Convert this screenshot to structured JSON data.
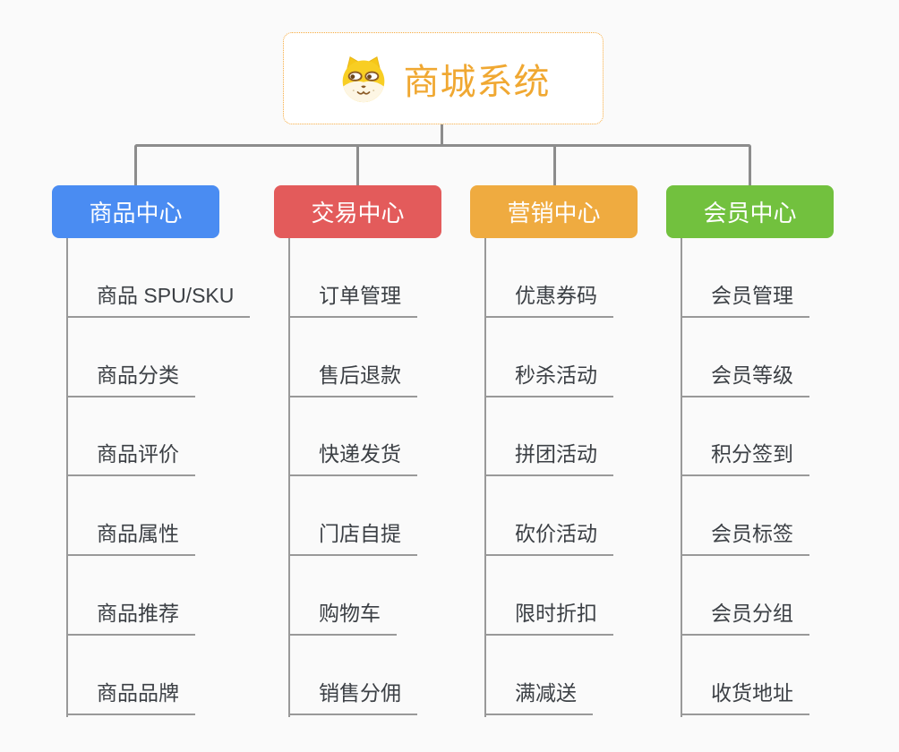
{
  "root": {
    "label": "商城系统",
    "icon": "dog-face-icon",
    "text_color": "#F0A832",
    "border_color": "#F6AA3C"
  },
  "connector_color": "#8C8C8C",
  "child_line_color": "#999999",
  "branches": [
    {
      "label": "商品中心",
      "color": "#4A8CF2",
      "children": [
        "商品 SPU/SKU",
        "商品分类",
        "商品评价",
        "商品属性",
        "商品推荐",
        "商品品牌"
      ]
    },
    {
      "label": "交易中心",
      "color": "#E35B5B",
      "children": [
        "订单管理",
        "售后退款",
        "快递发货",
        "门店自提",
        "购物车",
        "销售分佣"
      ]
    },
    {
      "label": "营销中心",
      "color": "#EFAB40",
      "children": [
        "优惠券码",
        "秒杀活动",
        "拼团活动",
        "砍价活动",
        "限时折扣",
        "满减送"
      ]
    },
    {
      "label": "会员中心",
      "color": "#72C13E",
      "children": [
        "会员管理",
        "会员等级",
        "积分签到",
        "会员标签",
        "会员分组",
        "收货地址"
      ]
    }
  ]
}
